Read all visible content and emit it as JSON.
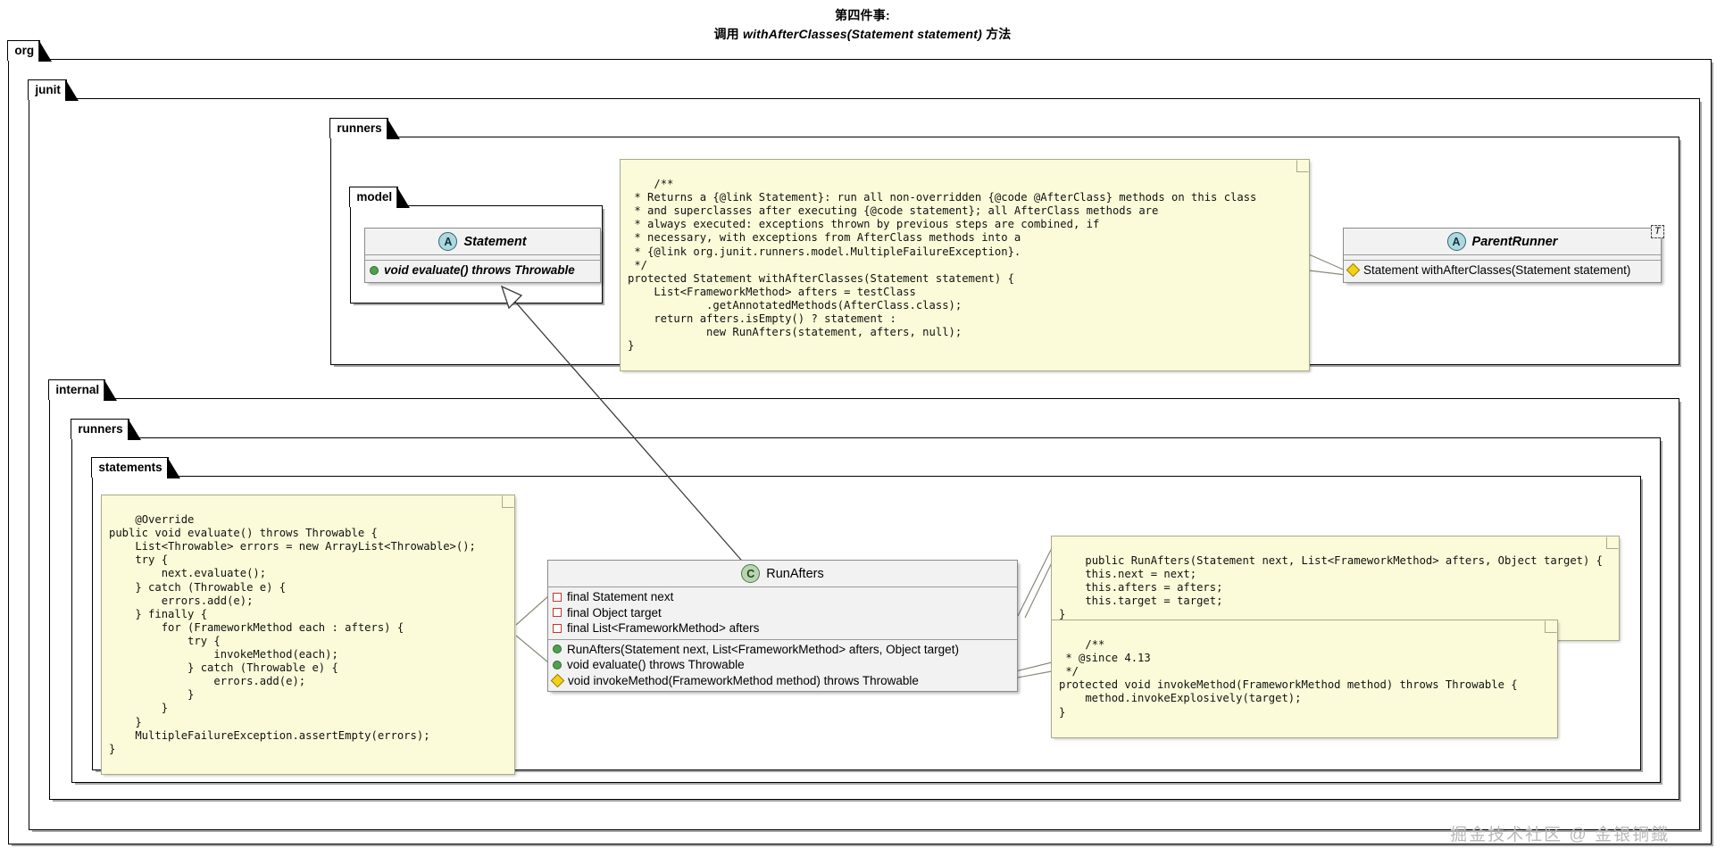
{
  "title": {
    "line1": "第四件事:",
    "line2_prefix": "调用 ",
    "line2_em": "withAfterClasses(Statement statement)",
    "line2_suffix": " 方法"
  },
  "packages": {
    "org": "org",
    "junit": "junit",
    "runners": "runners",
    "model": "model",
    "internal": "internal",
    "internal_runners": "runners",
    "statements": "statements"
  },
  "classes": {
    "statement": {
      "stereotype_icon": "abstract-class-icon",
      "stereotype_letter": "A",
      "name": "Statement",
      "fields": [],
      "methods": [
        {
          "icon": "public-member-icon",
          "visibility": "public",
          "text": "void evaluate() throws Throwable"
        }
      ]
    },
    "parent_runner": {
      "stereotype_icon": "abstract-class-icon",
      "stereotype_letter": "A",
      "name": "ParentRunner",
      "generic_param": "T",
      "fields": [],
      "methods": [
        {
          "icon": "protected-member-icon",
          "visibility": "protected",
          "text": "Statement withAfterClasses(Statement statement)"
        }
      ]
    },
    "run_afters": {
      "stereotype_icon": "class-icon",
      "stereotype_letter": "C",
      "name": "RunAfters",
      "fields": [
        {
          "icon": "private-member-icon",
          "visibility": "private",
          "text": "final Statement next"
        },
        {
          "icon": "private-member-icon",
          "visibility": "private",
          "text": "final Object target"
        },
        {
          "icon": "private-member-icon",
          "visibility": "private",
          "text": "final List<FrameworkMethod> afters"
        }
      ],
      "methods": [
        {
          "icon": "public-member-icon",
          "visibility": "public",
          "text": "RunAfters(Statement next, List<FrameworkMethod> afters, Object target)"
        },
        {
          "icon": "public-member-icon",
          "visibility": "public",
          "text": "void evaluate() throws Throwable"
        },
        {
          "icon": "protected-member-icon",
          "visibility": "protected",
          "text": "void invokeMethod(FrameworkMethod method) throws Throwable"
        }
      ]
    }
  },
  "notes": {
    "with_after_classes": "/**\n * Returns a {@link Statement}: run all non-overridden {@code @AfterClass} methods on this class\n * and superclasses after executing {@code statement}; all AfterClass methods are\n * always executed: exceptions thrown by previous steps are combined, if\n * necessary, with exceptions from AfterClass methods into a\n * {@link org.junit.runners.model.MultipleFailureException}.\n */\nprotected Statement withAfterClasses(Statement statement) {\n    List<FrameworkMethod> afters = testClass\n            .getAnnotatedMethods(AfterClass.class);\n    return afters.isEmpty() ? statement :\n            new RunAfters(statement, afters, null);\n}",
    "evaluate": "@Override\npublic void evaluate() throws Throwable {\n    List<Throwable> errors = new ArrayList<Throwable>();\n    try {\n        next.evaluate();\n    } catch (Throwable e) {\n        errors.add(e);\n    } finally {\n        for (FrameworkMethod each : afters) {\n            try {\n                invokeMethod(each);\n            } catch (Throwable e) {\n                errors.add(e);\n            }\n        }\n    }\n    MultipleFailureException.assertEmpty(errors);\n}",
    "constructor": "public RunAfters(Statement next, List<FrameworkMethod> afters, Object target) {\n    this.next = next;\n    this.afters = afters;\n    this.target = target;\n}",
    "invoke_method": "/**\n * @since 4.13\n */\nprotected void invokeMethod(FrameworkMethod method) throws Throwable {\n    method.invokeExplosively(target);\n}"
  },
  "watermark": "掘金技术社区 @ 金银铜鐡",
  "colors": {
    "note_bg": "#fbfbd9",
    "note_border": "#a9a98a",
    "class_bg": "#f2f2f2",
    "class_border": "#8a8a8a",
    "abstract_icon": "#add8e0",
    "class_icon": "#b9d4b0",
    "public_member": "#50a050",
    "private_member": "#c0392b",
    "protected_member": "#f3d11a"
  }
}
